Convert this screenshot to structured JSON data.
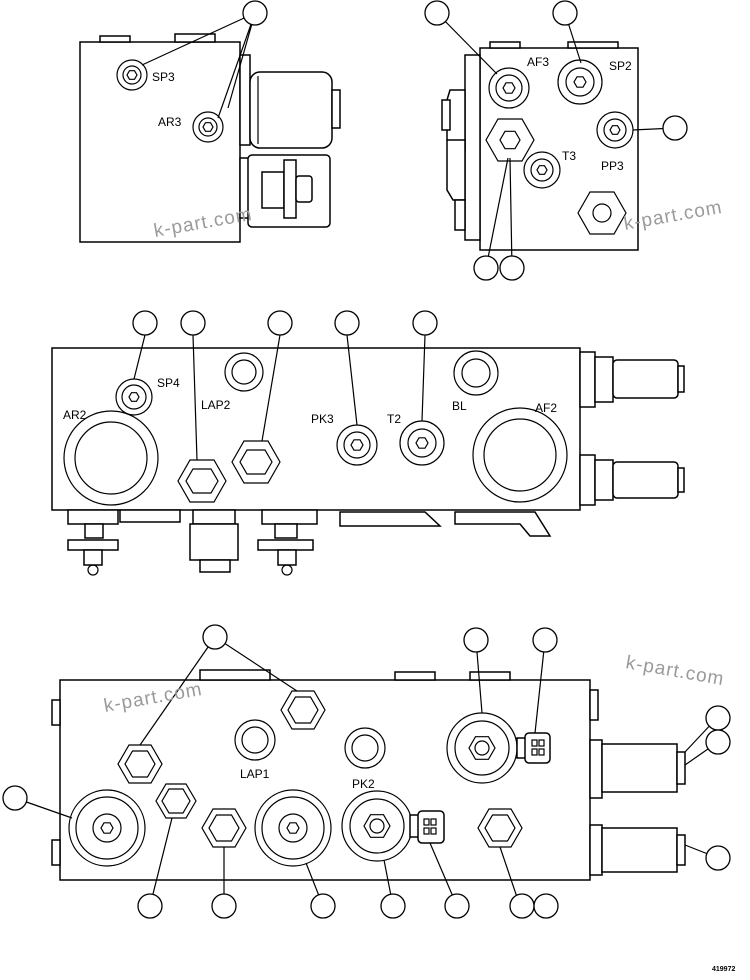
{
  "labels": {
    "sp3": "SP3",
    "ar3": "AR3",
    "af3": "AF3",
    "sp2": "SP2",
    "t3": "T3",
    "pp3": "PP3",
    "sp4": "SP4",
    "ar2": "AR2",
    "lap2": "LAP2",
    "pk3": "PK3",
    "t2": "T2",
    "bl": "BL",
    "af2": "AF2",
    "lap1": "LAP1",
    "pk2": "PK2"
  },
  "watermark": "k-part.com",
  "drawing_code": "419972",
  "colors": {
    "line": "#000000",
    "watermark": "#9a9a9a",
    "background": "#ffffff"
  }
}
